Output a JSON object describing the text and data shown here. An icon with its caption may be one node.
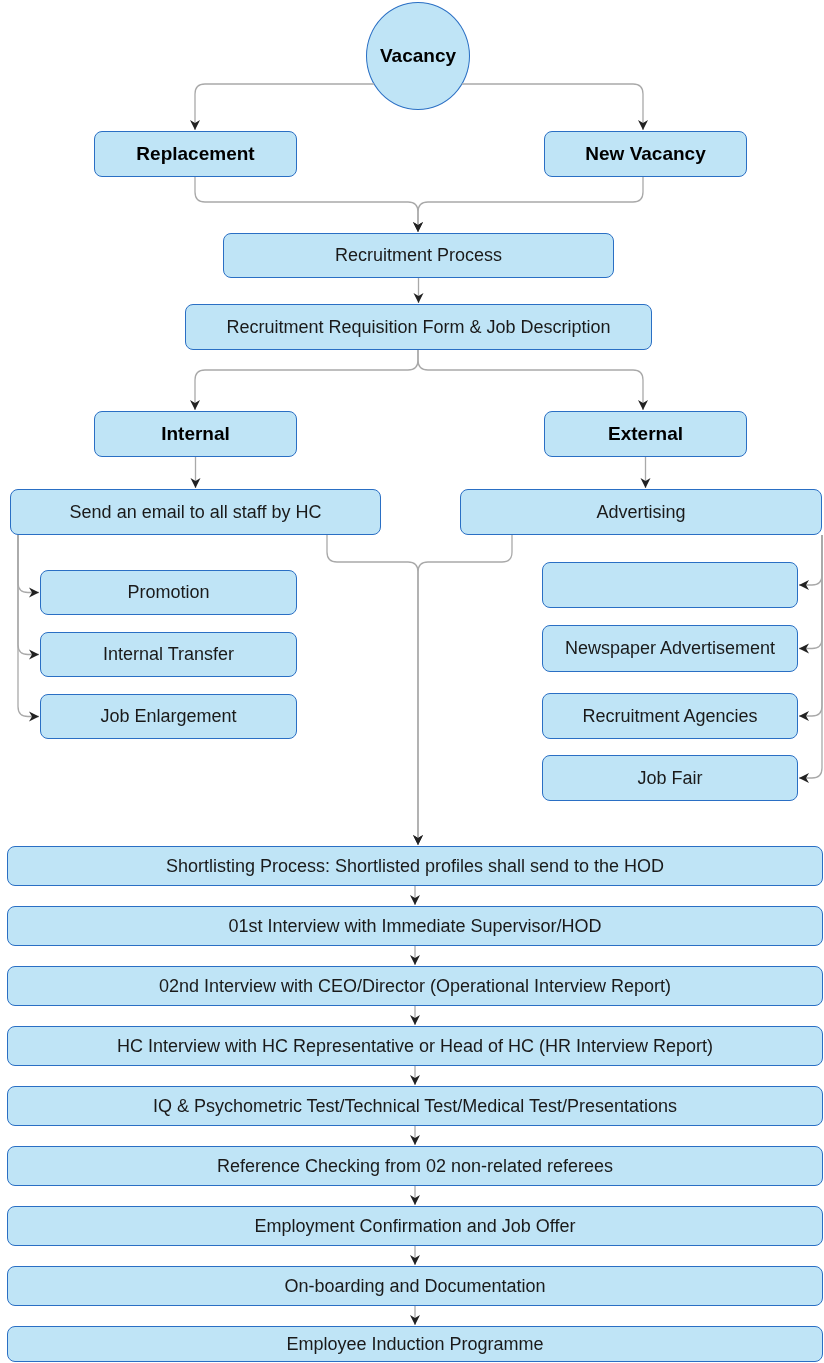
{
  "diagram": {
    "nodes": [
      {
        "text": [
          "Vacancy"
        ]
      },
      {
        "text": [
          "Replacement"
        ]
      },
      {
        "text": [
          "New Vacancy"
        ]
      },
      {
        "text": [
          "Recruitment Process"
        ]
      },
      {
        "text": [
          "Recruitment Requisition Form & Job Description"
        ]
      },
      {
        "text": [
          "Internal"
        ]
      },
      {
        "text": [
          "External"
        ]
      },
      {
        "text": [
          "Send an email to all staff by HC"
        ]
      },
      {
        "text": [
          "Advertising"
        ]
      },
      {
        "text": [
          "Promotion"
        ]
      },
      {
        "text": [
          "Internal Transfer"
        ]
      },
      {
        "text": [
          "Job Enlargement"
        ]
      },
      {
        "text": [],
        "shape": "box"
      },
      {
        "text": [
          "Newspaper Advertisement"
        ]
      },
      {
        "text": [
          "Recruitment Agencies"
        ]
      },
      {
        "text": [
          "Job Fair"
        ]
      },
      {
        "text": [
          "Shortlisting Process: Shortlisted profiles shall send to the HOD"
        ]
      },
      {
        "text": [
          "01st Interview with Immediate Supervisor/HOD"
        ]
      },
      {
        "text": [
          "02nd Interview with CEO/Director (Operational Interview Report)"
        ]
      },
      {
        "text": [
          "HC Interview with HC Representative or Head of HC (HR Interview Report)"
        ]
      },
      {
        "text": [
          "IQ & Psychometric Test/Technical Test/Medical Test/Presentations"
        ]
      },
      {
        "text": [
          "Reference Checking from 02 non-related referees"
        ]
      },
      {
        "text": [
          "Employment Confirmation and Job Offer"
        ]
      },
      {
        "text": [
          "On-boarding and Documentation"
        ]
      },
      {
        "text": [
          "Employee Induction Programme"
        ]
      }
    ],
    "edges": [
      {
        "from": 0,
        "to": 1,
        "arrow": "to"
      },
      {
        "from": 0,
        "to": 2,
        "arrow": "to"
      },
      {
        "from": 1,
        "to": 3,
        "arrow": "to"
      },
      {
        "from": 2,
        "to": 3,
        "arrow": "to"
      },
      {
        "from": 3,
        "to": 4,
        "arrow": "to"
      },
      {
        "from": 4,
        "to": 5,
        "arrow": "to"
      },
      {
        "from": 4,
        "to": 6,
        "arrow": "to"
      },
      {
        "from": 5,
        "to": 7,
        "arrow": "to"
      },
      {
        "from": 6,
        "to": 8,
        "arrow": "to"
      },
      {
        "from": 7,
        "to": 9,
        "arrow": "to"
      },
      {
        "from": 7,
        "to": 10,
        "arrow": "to"
      },
      {
        "from": 7,
        "to": 11,
        "arrow": "to"
      },
      {
        "from": 8,
        "to": 12,
        "arrow": "to"
      },
      {
        "from": 8,
        "to": 13,
        "arrow": "to"
      },
      {
        "from": 8,
        "to": 14,
        "arrow": "to"
      },
      {
        "from": 8,
        "to": 15,
        "arrow": "to"
      },
      {
        "from": 7,
        "to": 16,
        "arrow": "to"
      },
      {
        "from": 8,
        "to": 16,
        "arrow": "to"
      },
      {
        "from": 16,
        "to": 17,
        "arrow": "to"
      },
      {
        "from": 17,
        "to": 18,
        "arrow": "to"
      },
      {
        "from": 18,
        "to": 19,
        "arrow": "to"
      },
      {
        "from": 19,
        "to": 20,
        "arrow": "to"
      },
      {
        "from": 20,
        "to": 21,
        "arrow": "to"
      },
      {
        "from": 21,
        "to": 22,
        "arrow": "to"
      },
      {
        "from": 22,
        "to": 23,
        "arrow": "to"
      },
      {
        "from": 23,
        "to": 24,
        "arrow": "to"
      }
    ]
  }
}
